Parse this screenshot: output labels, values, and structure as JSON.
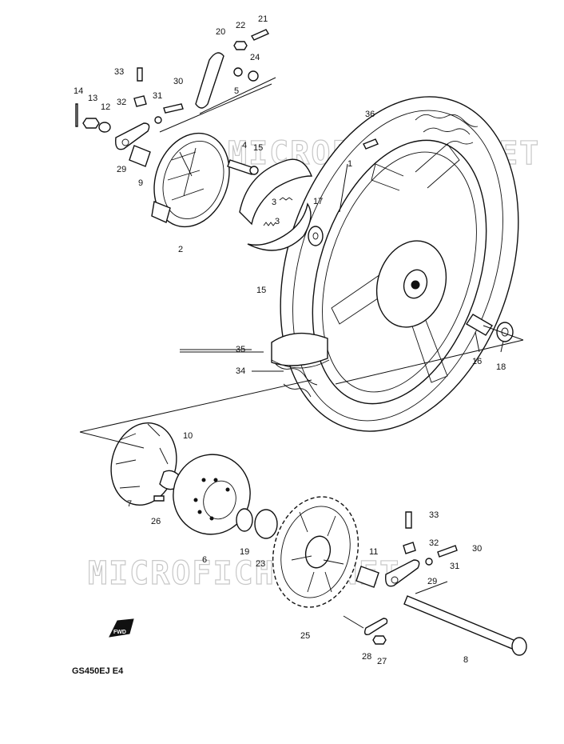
{
  "diagram": {
    "code": "GS450EJ E4",
    "fwd_label": "FWD",
    "watermark": "MICROFICHES.NET",
    "accent": "#111111",
    "parts": [
      "1",
      "2",
      "3",
      "3",
      "4",
      "5",
      "6",
      "7",
      "8",
      "9",
      "10",
      "11",
      "12",
      "13",
      "14",
      "15",
      "15",
      "16",
      "17",
      "18",
      "19",
      "20",
      "21",
      "22",
      "23",
      "24",
      "25",
      "26",
      "27",
      "28",
      "29",
      "29",
      "30",
      "30",
      "31",
      "31",
      "32",
      "32",
      "33",
      "33",
      "34",
      "35",
      "36"
    ]
  }
}
